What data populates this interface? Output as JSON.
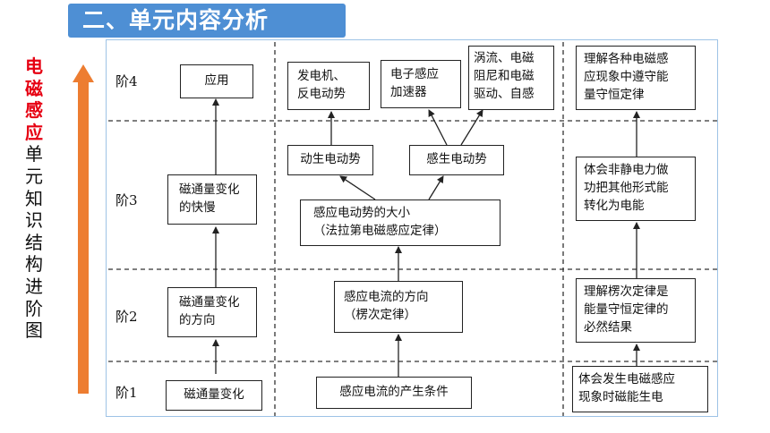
{
  "header": {
    "title": "二、单元内容分析"
  },
  "side_title": {
    "highlight": "电磁感应",
    "rest": "单元知识结构进阶图"
  },
  "levels": {
    "l4": "阶4",
    "l3": "阶3",
    "l2": "阶2",
    "l1": "阶1"
  },
  "column1": {
    "c1_4": "应用",
    "c1_3": [
      "磁通量变化",
      "的快慢"
    ],
    "c1_2": [
      "磁通量变化",
      "的方向"
    ],
    "c1_1": "磁通量变化"
  },
  "column2": {
    "c2_4a": [
      "发电机、",
      "反电动势"
    ],
    "c2_4b": [
      "电子感应",
      "加速器"
    ],
    "c2_4c": [
      "涡流、电磁",
      "阻尼和电磁",
      "驱动、自感"
    ],
    "c2_3a": "动生电动势",
    "c2_3b": "感生电动势",
    "c2_3c": [
      "感应电动势的大小",
      "（法拉第电磁感应定律）"
    ],
    "c2_2": [
      "感应电流的方向",
      "（楞次定律）"
    ],
    "c2_1": "感应电流的产生条件"
  },
  "column3": {
    "c3_4": [
      "理解各种电磁感",
      "应现象中遵守能",
      "量守恒定律"
    ],
    "c3_3": [
      "体会非静电力做",
      "功把其他形式能",
      "转化为电能"
    ],
    "c3_2": [
      "理解楞次定律是",
      "能量守恒定律的",
      "必然结果"
    ],
    "c3_1": [
      "体会发生电磁感应",
      "现象时磁能生电"
    ]
  },
  "colors": {
    "banner": "#4e8fd4",
    "highlight": "#e60012",
    "arrow": "#ed7d31",
    "panel_border": "#9ec3e6"
  }
}
